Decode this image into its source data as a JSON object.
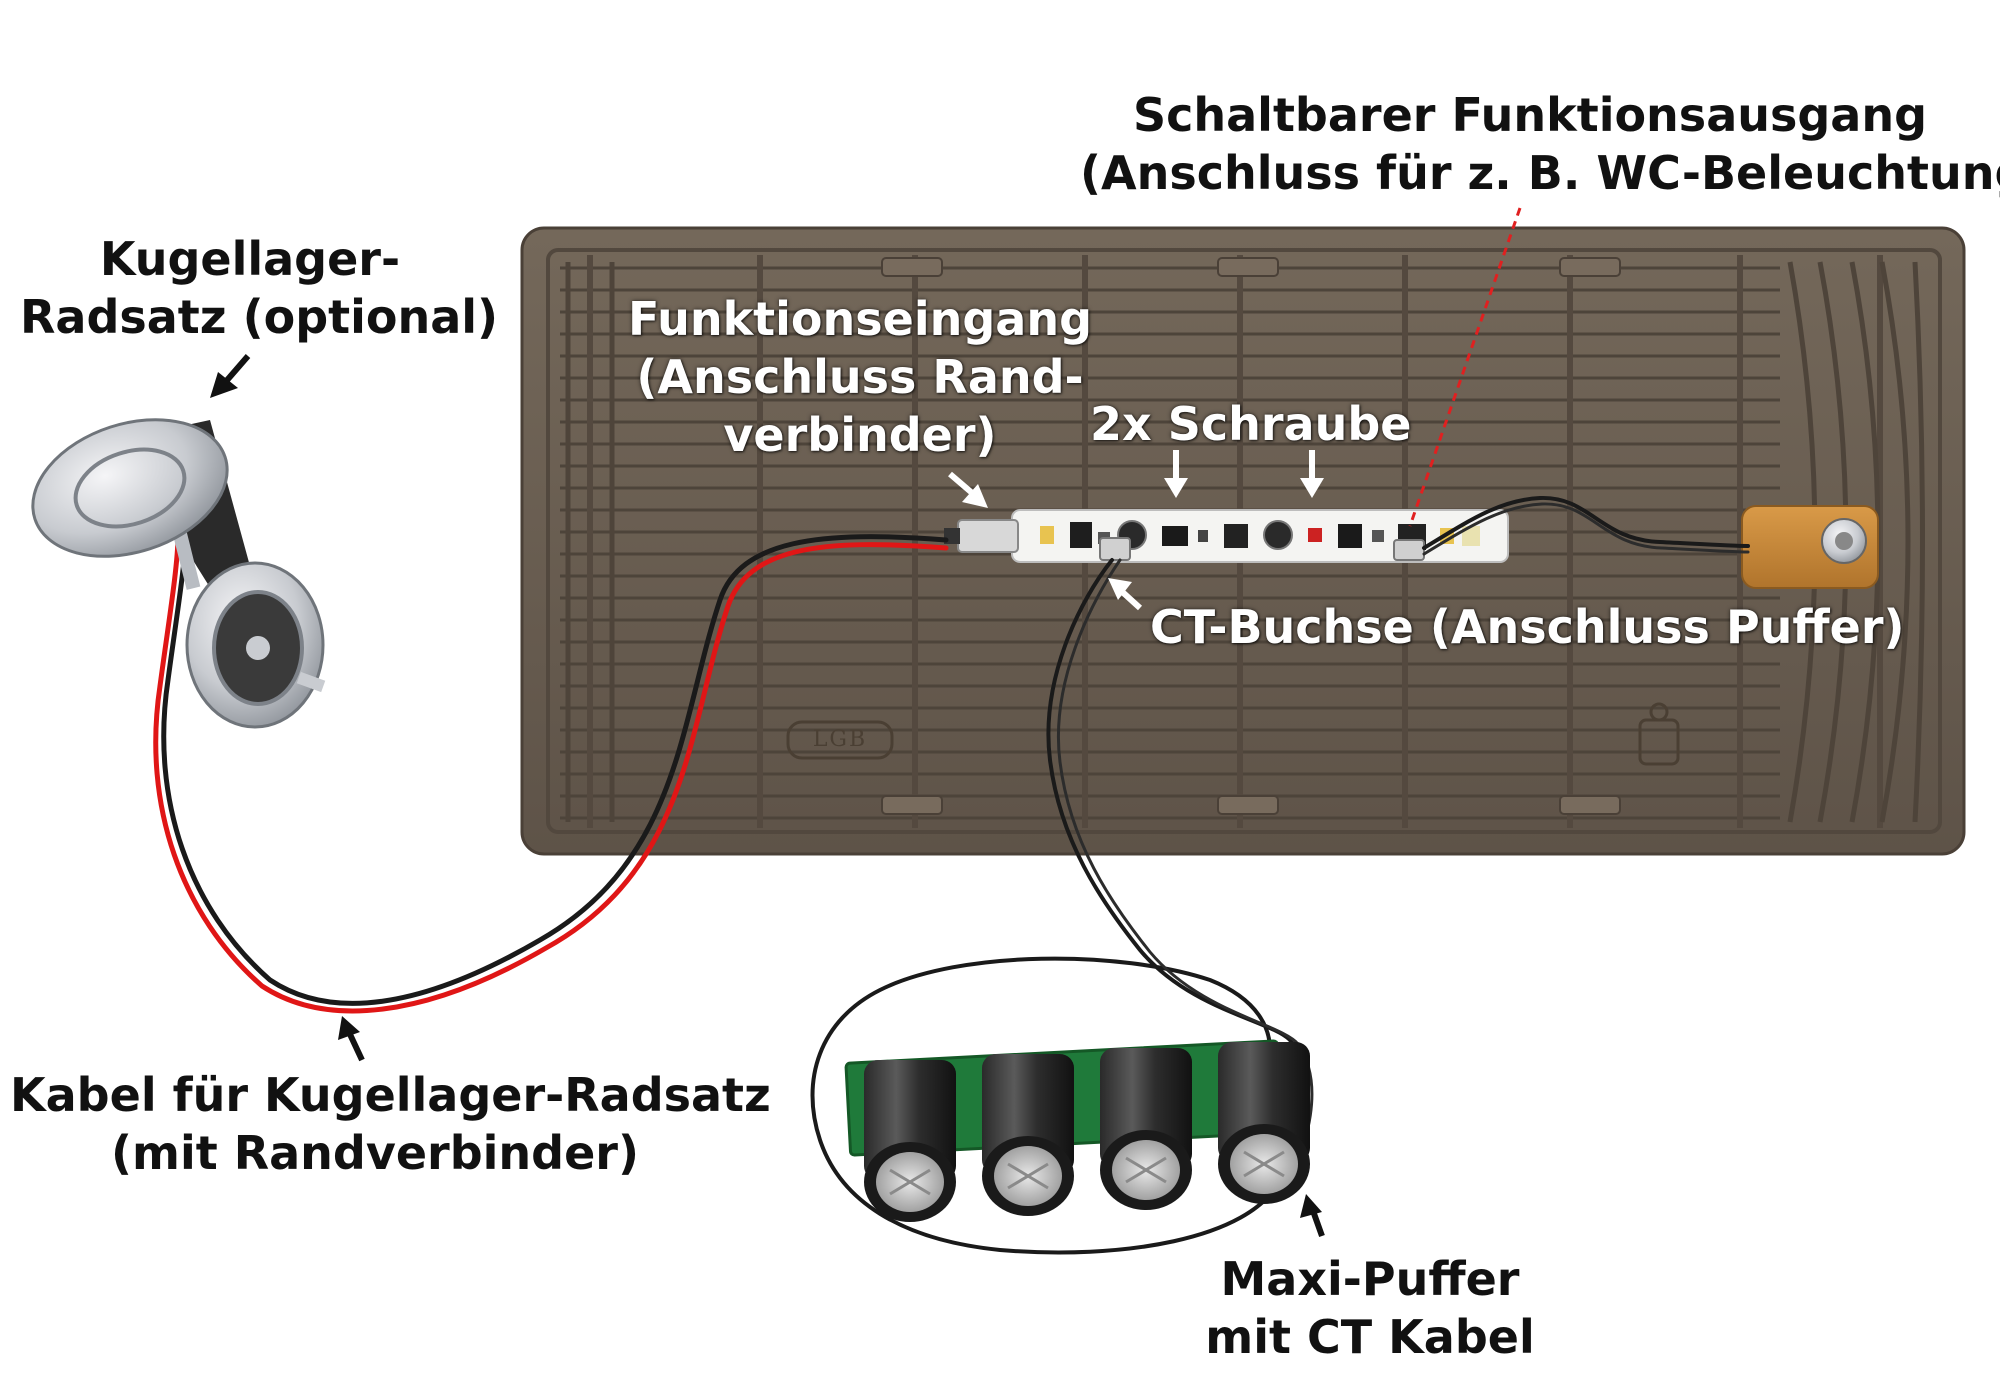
{
  "labels": {
    "switchable_output": {
      "line1": "Schaltbarer Funktionsausgang",
      "line2": "(Anschluss für z. B. WC-Beleuchtung)"
    },
    "wheelset": {
      "line1": "Kugellager-",
      "line2": "Radsatz (optional)"
    },
    "function_input": {
      "line1": "Funktionseingang",
      "line2": "(Anschluss Rand-",
      "line3": "verbinder)"
    },
    "screws": "2x Schraube",
    "ct_socket": "CT-Buchse (Anschluss Puffer)",
    "cable": {
      "line1": "Kabel für Kugellager-Radsatz",
      "line2": "(mit Randverbinder)"
    },
    "maxi_buffer": {
      "line1": "Maxi-Puffer",
      "line2": "mit CT Kabel"
    }
  },
  "plate_mark": "LGB",
  "colors": {
    "plate": "#6b5f52",
    "plate_dark": "#4e443a",
    "pcb": "#f4f4f2",
    "buffer_pcb": "#1f7a3a",
    "red_wire": "#e01616",
    "black_wire": "#1a1a1a",
    "bracket": "#c98a3c",
    "red_dashed_pointer": "#e02020"
  }
}
